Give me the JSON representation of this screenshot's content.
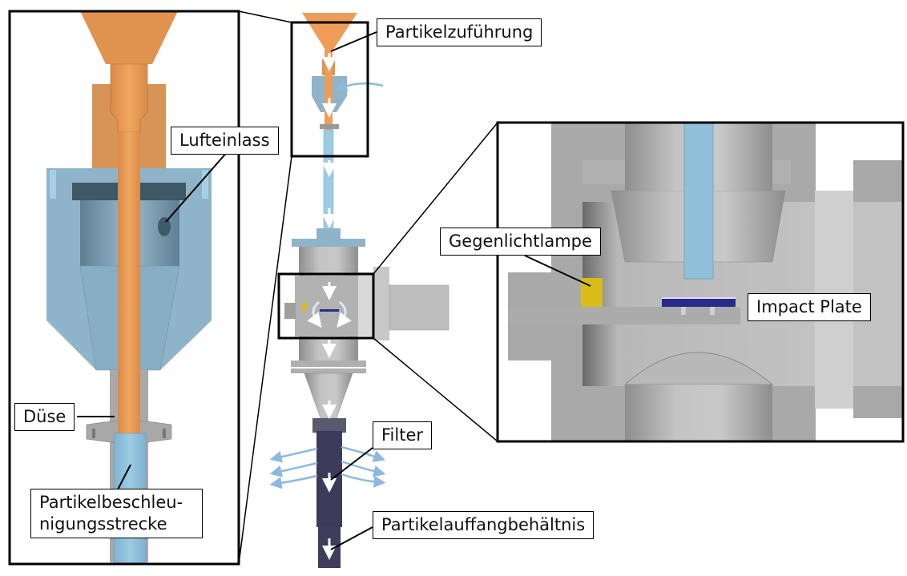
{
  "figure": {
    "description": "Particle impact test apparatus with detail insets",
    "colors": {
      "particle_feed": "#E89A55",
      "air_path": "#8FBFD8",
      "housing": "#B5B5B5",
      "lamp": "#D8BD1A",
      "impact_plate": "#2A2A8C",
      "filter": "#3D3B5A",
      "flow_arrow": "#8DB8DF",
      "frame": "#000000"
    }
  },
  "labels": {
    "partikelzufuehrung": "Partikelzuführung",
    "lufteinlass": "Lufteinlass",
    "duese": "Düse",
    "beschleunigung": "Partikelbeschleu-\nnigungsstrecke",
    "gegenlichtlampe": "Gegenlichtlampe",
    "impact_plate": "Impact Plate",
    "filter": "Filter",
    "auffangbehaelter": "Partikelauffangbehältnis"
  },
  "insets": [
    {
      "name": "upper-detail",
      "shows": "particle feed, air inlet, nozzle, acceleration tube"
    },
    {
      "name": "impact-detail",
      "shows": "backlight lamp, impact plate, chamber"
    }
  ]
}
